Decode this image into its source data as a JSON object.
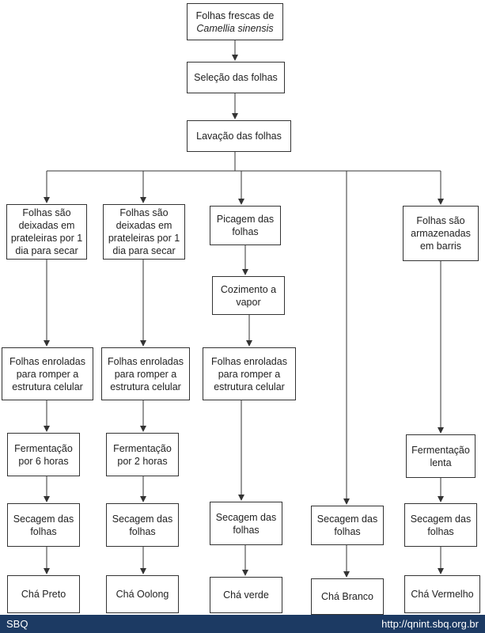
{
  "nodes": {
    "start": {
      "line1": "Folhas frescas de",
      "line2": "Camellia sinensis"
    },
    "selecao": "Seleção das folhas",
    "lavacao": "Lavação das folhas",
    "c1_prateleira": "Folhas são deixadas em prateleiras por 1 dia para secar",
    "c2_prateleira": "Folhas são deixadas em prateleiras por 1 dia para secar",
    "c3_picagem": "Picagem das folhas",
    "c3_cozimento": "Cozimento a vapor",
    "c5_barris": "Folhas são armazenadas em barris",
    "c1_enroladas": "Folhas enroladas para romper a estrutura celular",
    "c2_enroladas": "Folhas enroladas para romper a estrutura celular",
    "c3_enroladas": "Folhas enroladas para romper a estrutura celular",
    "c1_fermentacao": "Fermentação por 6 horas",
    "c2_fermentacao": "Fermentação por 2 horas",
    "c5_fermentacao": "Fermentação lenta",
    "c1_secagem": "Secagem das folhas",
    "c2_secagem": "Secagem das folhas",
    "c3_secagem": "Secagem das folhas",
    "c4_secagem": "Secagem das folhas",
    "c5_secagem": "Secagem das folhas",
    "cha_preto": "Chá Preto",
    "cha_oolong": "Chá Oolong",
    "cha_verde": "Chá verde",
    "cha_branco": "Chá Branco",
    "cha_vermelho": "Chá Vermelho"
  },
  "footer": {
    "left": "SBQ",
    "right": "http://qnint.sbq.org.br"
  },
  "colors": {
    "footer_bg": "#1c3a63",
    "line": "#333333"
  }
}
